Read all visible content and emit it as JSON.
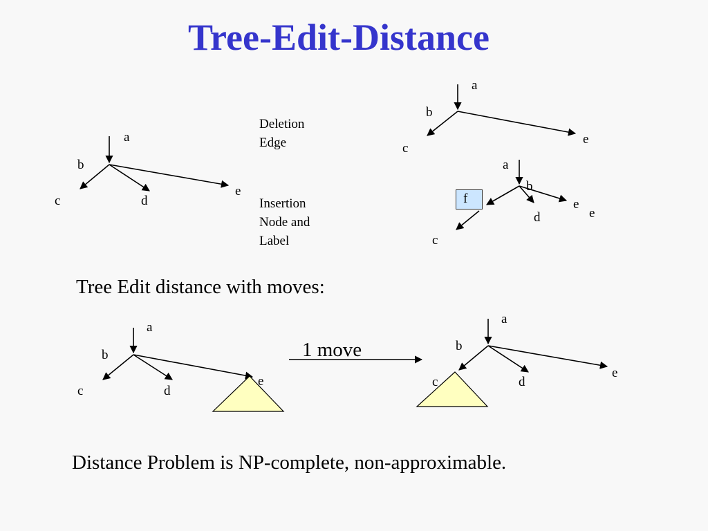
{
  "title": "Tree-Edit-Distance",
  "ops": {
    "deletion": [
      "Deletion",
      "Edge"
    ],
    "insertion": [
      "Insertion",
      "Node and",
      "Label"
    ]
  },
  "moves_heading": "Tree Edit distance with moves:",
  "move_label": "1 move",
  "footer": "Distance Problem is NP-complete, non-approximable.",
  "colors": {
    "title": "#3535cc",
    "subtree_fill": "#ffffc0",
    "inserted_node_fill": "#cce6ff"
  },
  "trees": {
    "original": {
      "a": "a",
      "b": "b",
      "c": "c",
      "d": "d",
      "e": "e"
    },
    "after_deletion": {
      "a": "a",
      "b": "b",
      "c": "c",
      "e": "e"
    },
    "after_insertion": {
      "a": "a",
      "b": "b",
      "f": "f",
      "c": "c",
      "d": "d",
      "e1": "e",
      "e2": "e"
    },
    "move_before": {
      "a": "a",
      "b": "b",
      "c": "c",
      "d": "d",
      "e": "e"
    },
    "move_after": {
      "a": "a",
      "b": "b",
      "c": "c",
      "d": "d",
      "e": "e"
    }
  }
}
